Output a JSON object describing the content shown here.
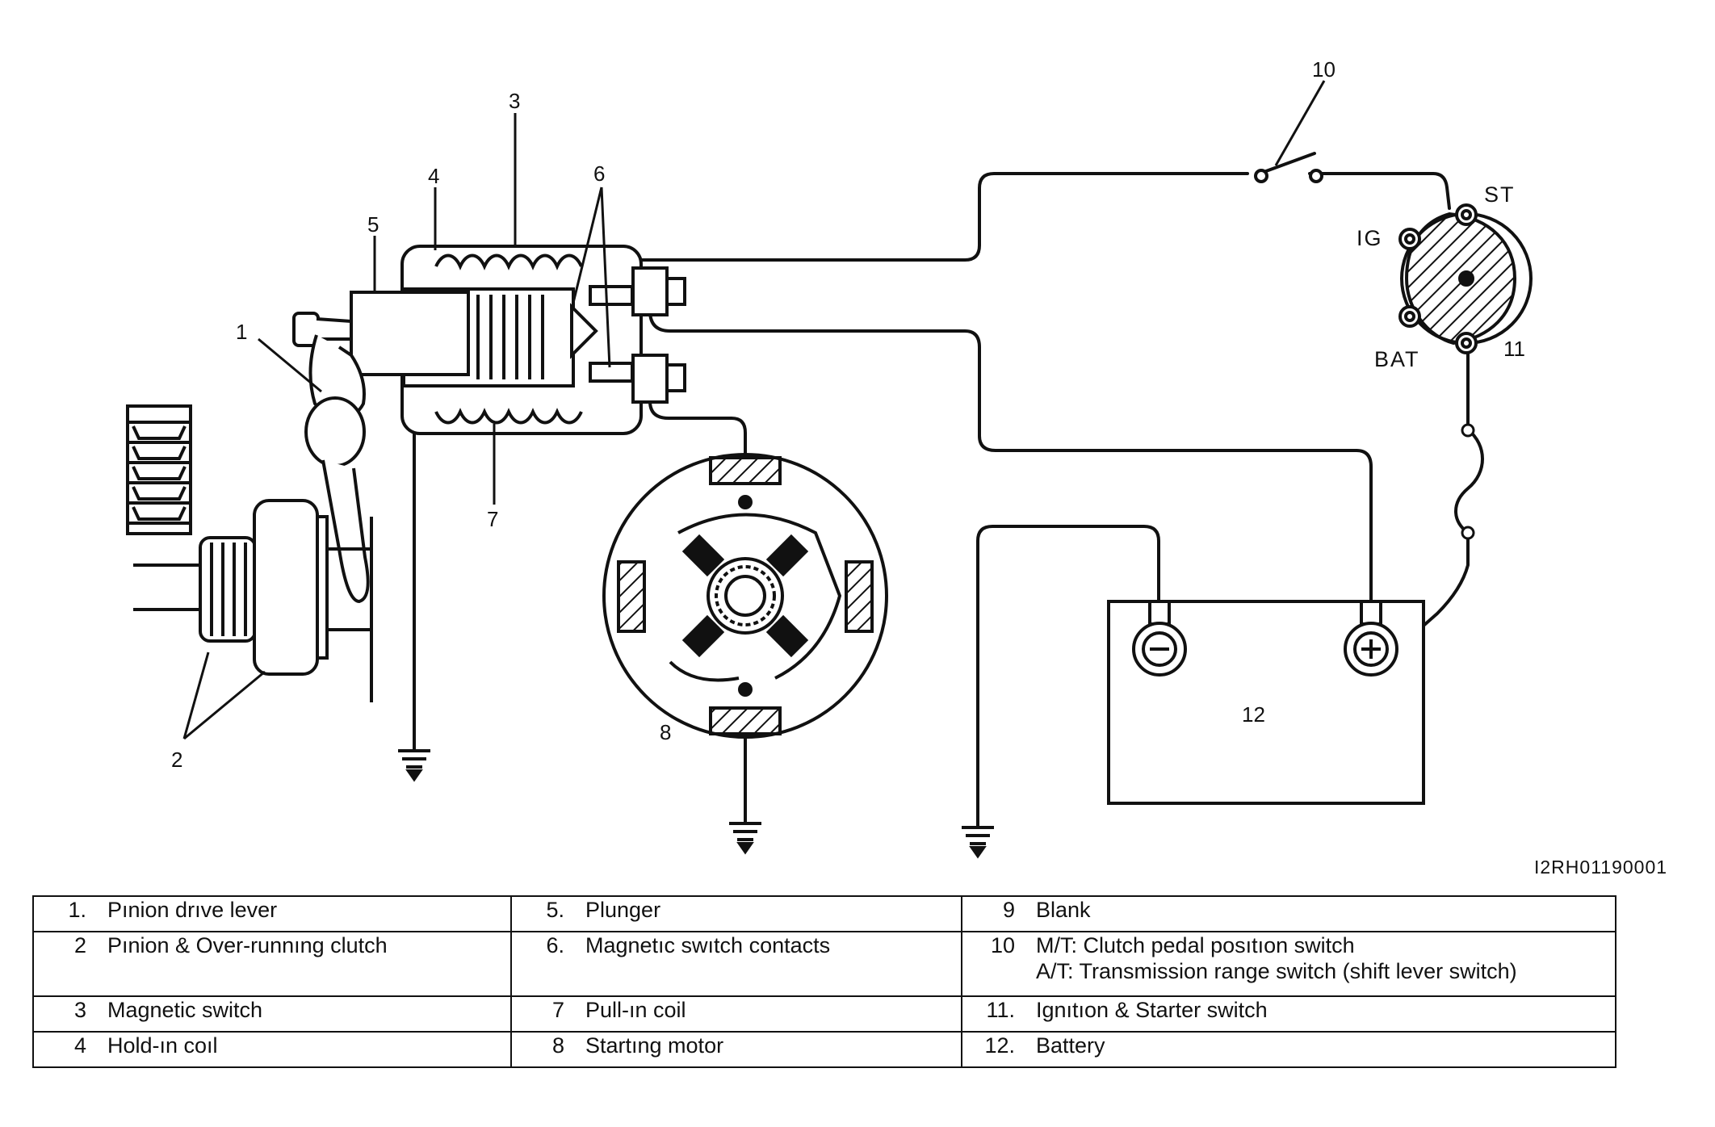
{
  "diagram": {
    "callouts": {
      "c1": "1",
      "c2": "2",
      "c3": "3",
      "c4": "4",
      "c5": "5",
      "c6": "6",
      "c7": "7",
      "c8": "8",
      "c10": "10",
      "c11": "11",
      "c12": "12"
    },
    "switch_labels": {
      "st": "ST",
      "ig": "IG",
      "bat": "BAT"
    },
    "battery_terminals": {
      "negative": "⊖",
      "positive": "⊕"
    },
    "document_id": "I2RH01190001"
  },
  "legend": {
    "rows": [
      {
        "cells": [
          {
            "num": "1.",
            "text": "Pınion drıve lever"
          },
          {
            "num": "5.",
            "text": "Plunger"
          },
          {
            "num": "9",
            "text": "Blank"
          }
        ]
      },
      {
        "cells": [
          {
            "num": "2",
            "text": "Pınion & Over-runnıng clutch"
          },
          {
            "num": "6.",
            "text": "Magnetıc swıtch contacts"
          },
          {
            "num": "10",
            "text": "M/T: Clutch pedal posıtıon switch\nA/T: Transmission range switch (shift lever switch)"
          }
        ]
      },
      {
        "cells": [
          {
            "num": "3",
            "text": "Magnetic switch"
          },
          {
            "num": "7",
            "text": "Pull-ın coil"
          },
          {
            "num": "11.",
            "text": "Ignıtıon & Starter switch"
          }
        ]
      },
      {
        "cells": [
          {
            "num": "4",
            "text": "Hold-ın coıl"
          },
          {
            "num": "8",
            "text": "Startıng motor"
          },
          {
            "num": "12.",
            "text": "Battery"
          }
        ]
      }
    ]
  }
}
